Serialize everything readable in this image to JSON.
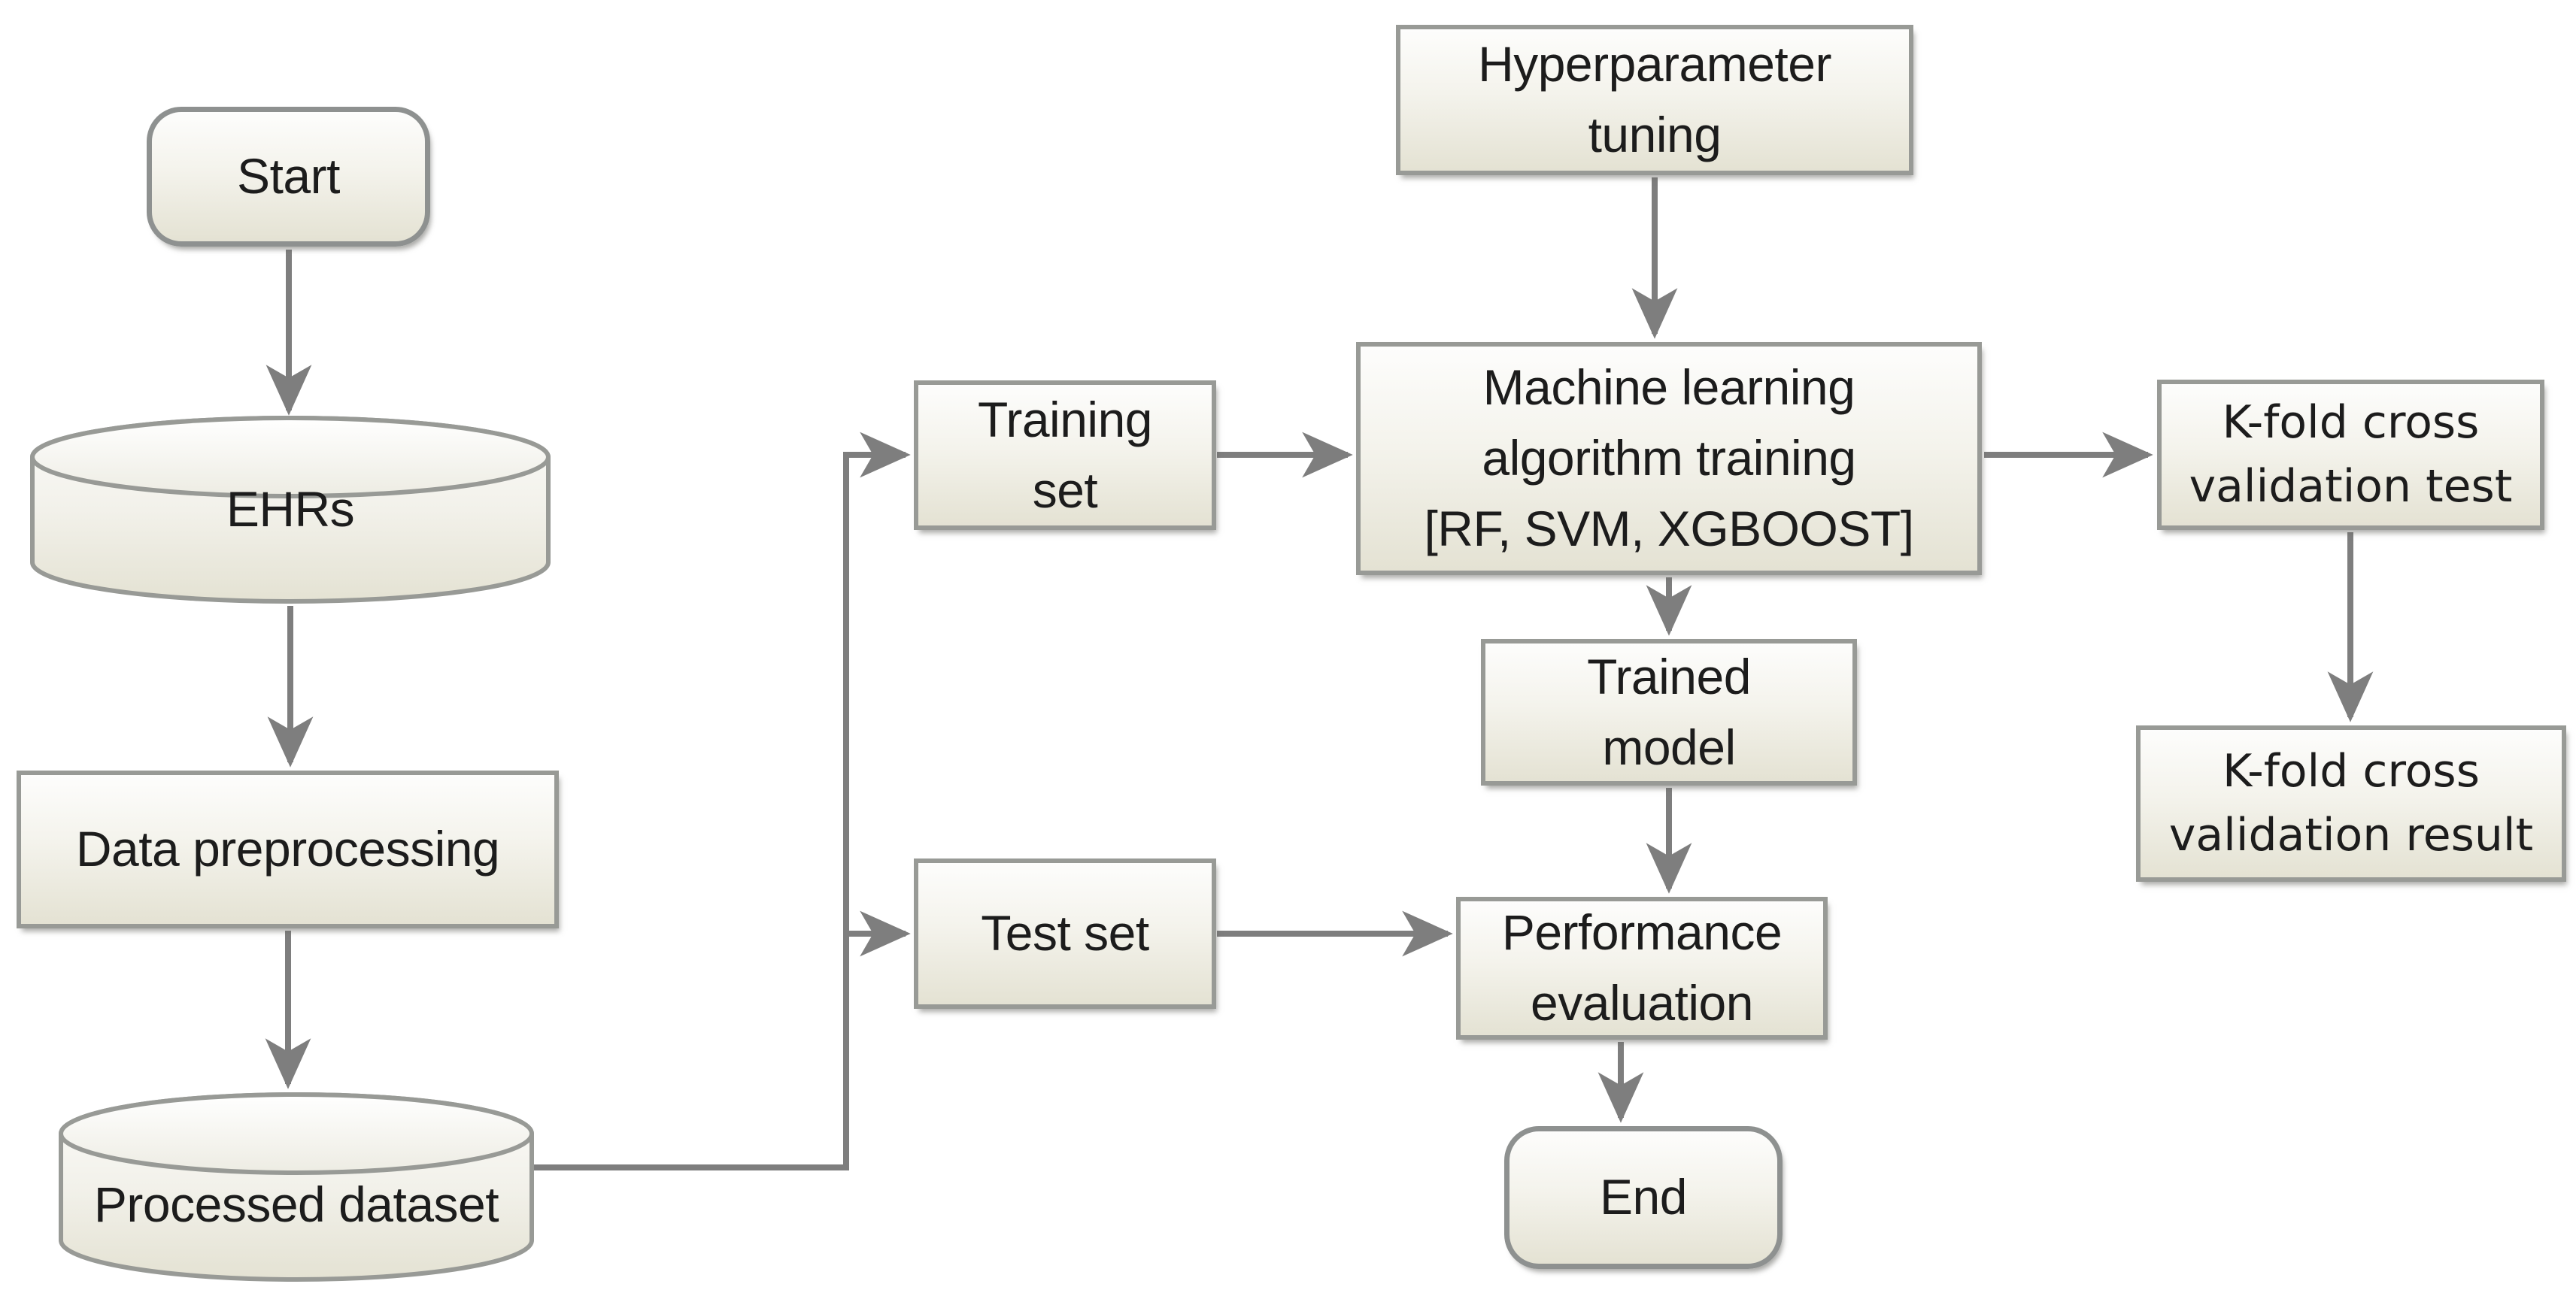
{
  "diagram": {
    "type": "flowchart",
    "colors": {
      "background": "#ffffff",
      "node_fill_top": "#fdfdfc",
      "node_fill_bottom": "#e4e2d3",
      "node_border": "#989a96",
      "arrow": "#7e7e7e",
      "text": "#1c1c1c"
    }
  },
  "nodes": {
    "start": {
      "label": "Start",
      "shape": "rounded"
    },
    "ehrs": {
      "label": "EHRs",
      "shape": "cylinder"
    },
    "data_preprocessing": {
      "label": "Data preprocessing",
      "shape": "rect"
    },
    "processed_dataset": {
      "label": "Processed dataset",
      "shape": "cylinder"
    },
    "training_set": {
      "label": "Training\nset",
      "shape": "rect"
    },
    "test_set": {
      "label": "Test set",
      "shape": "rect"
    },
    "hyperparameter_tuning": {
      "label": "Hyperparameter\ntuning",
      "shape": "rect"
    },
    "ml_training": {
      "label": "Machine learning\nalgorithm training\n[RF, SVM, XGBOOST]",
      "shape": "rect"
    },
    "trained_model": {
      "label": "Trained\nmodel",
      "shape": "rect"
    },
    "performance_evaluation": {
      "label": "Performance\nevaluation",
      "shape": "rect"
    },
    "end": {
      "label": "End",
      "shape": "rounded"
    },
    "kfold_test": {
      "label": "K-fold cross\nvalidation test",
      "shape": "rect"
    },
    "kfold_result": {
      "label": "K-fold cross\nvalidation result",
      "shape": "rect"
    }
  },
  "edges": [
    {
      "from": "Start",
      "to": "EHRs"
    },
    {
      "from": "EHRs",
      "to": "Data preprocessing"
    },
    {
      "from": "Data preprocessing",
      "to": "Processed dataset"
    },
    {
      "from": "Processed dataset",
      "to": "Training set"
    },
    {
      "from": "Processed dataset",
      "to": "Test set"
    },
    {
      "from": "Training set",
      "to": "Machine learning algorithm training [RF, SVM, XGBOOST]"
    },
    {
      "from": "Hyperparameter tuning",
      "to": "Machine learning algorithm training [RF, SVM, XGBOOST]"
    },
    {
      "from": "Machine learning algorithm training [RF, SVM, XGBOOST]",
      "to": "K-fold cross validation test"
    },
    {
      "from": "Machine learning algorithm training [RF, SVM, XGBOOST]",
      "to": "Trained model"
    },
    {
      "from": "K-fold cross validation test",
      "to": "K-fold cross validation result"
    },
    {
      "from": "Trained model",
      "to": "Performance evaluation"
    },
    {
      "from": "Test set",
      "to": "Performance evaluation"
    },
    {
      "from": "Performance evaluation",
      "to": "End"
    }
  ]
}
